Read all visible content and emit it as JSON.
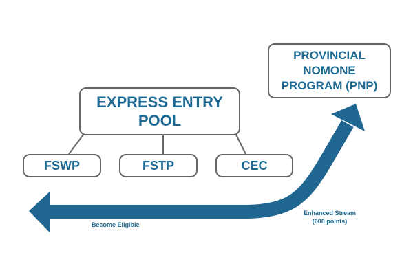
{
  "colors": {
    "accent": "#1f6690",
    "text": "#1e6a94",
    "border": "#666666"
  },
  "diagram": {
    "express_entry": {
      "lines": [
        "EXPRESS ENTRY",
        "POOL"
      ]
    },
    "programs": [
      {
        "label": "FSWP"
      },
      {
        "label": "FSTP"
      },
      {
        "label": "CEC"
      }
    ],
    "pnp": {
      "lines": [
        "PROVINCIAL",
        "NOMONE",
        "PROGRAM (PNP)"
      ]
    },
    "arrow_labels": {
      "left": "Become Eligible",
      "right_lines": [
        "Enhanced Stream",
        "(600 points)"
      ]
    }
  }
}
